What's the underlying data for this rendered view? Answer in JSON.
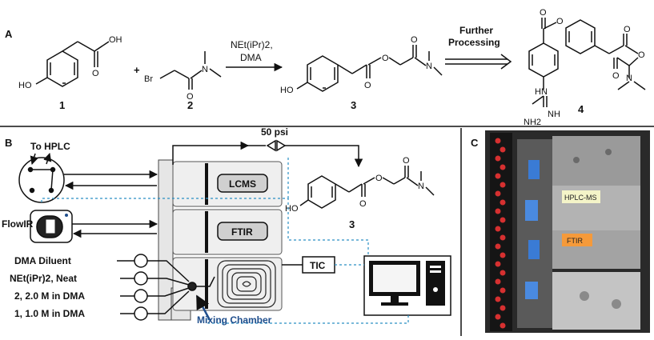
{
  "panels": {
    "a": "A",
    "b": "B",
    "c": "C"
  },
  "scheme": {
    "compound_labels": [
      "1",
      "2",
      "3",
      "4"
    ],
    "plus": "+",
    "reagent_line1": "NEt(iPr)2,",
    "reagent_line2": "DMA",
    "further_line1": "Further",
    "further_line2": "Processing",
    "atoms": {
      "oh": "OH",
      "o": "O",
      "ho": "HO",
      "br": "Br",
      "n": "N",
      "hn": "HN",
      "nh": "NH",
      "nh2": "NH2"
    }
  },
  "setup": {
    "to_hplc": "To HPLC",
    "flowir": "FlowIR",
    "pressure": "50 psi",
    "lcms": "LCMS",
    "ftir": "FTIR",
    "tic": "TIC",
    "mixing_chamber": "Mixing Chamber",
    "product_label": "3",
    "feeds": [
      "DMA Diluent",
      "NEt(iPr)2, Neat",
      "2, 2.0 M in DMA",
      "1, 1.0 M in DMA"
    ]
  },
  "photo": {
    "tag_hplc": "HPLC-MS",
    "tag_ftir": "FTIR"
  },
  "colors": {
    "mixing": "#1f4e8c",
    "signal": "#2a8fc4",
    "module": "#dddddd"
  }
}
